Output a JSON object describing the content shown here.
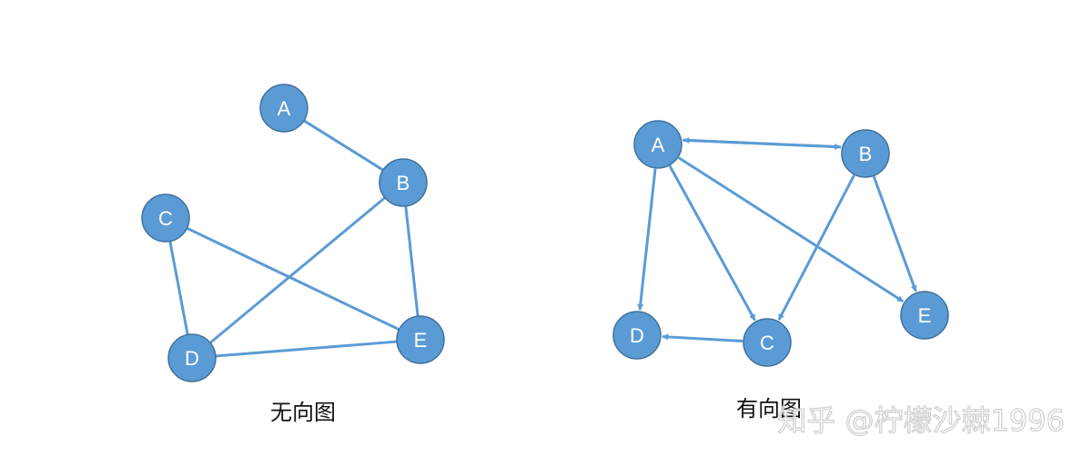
{
  "colors": {
    "node_fill": "#5b9bd5",
    "node_stroke": "#41719c",
    "edge": "#5b9bd5",
    "caption": "#111111"
  },
  "undirected": {
    "caption": "无向图",
    "nodes": [
      {
        "id": "A",
        "label": "A"
      },
      {
        "id": "B",
        "label": "B"
      },
      {
        "id": "C",
        "label": "C"
      },
      {
        "id": "D",
        "label": "D"
      },
      {
        "id": "E",
        "label": "E"
      }
    ],
    "edges": [
      {
        "from": "A",
        "to": "B"
      },
      {
        "from": "B",
        "to": "D"
      },
      {
        "from": "B",
        "to": "E"
      },
      {
        "from": "C",
        "to": "D"
      },
      {
        "from": "C",
        "to": "E"
      },
      {
        "from": "D",
        "to": "E"
      }
    ]
  },
  "directed": {
    "caption": "有向图",
    "nodes": [
      {
        "id": "A",
        "label": "A"
      },
      {
        "id": "B",
        "label": "B"
      },
      {
        "id": "C",
        "label": "C"
      },
      {
        "id": "D",
        "label": "D"
      },
      {
        "id": "E",
        "label": "E"
      }
    ],
    "edges": [
      {
        "from": "A",
        "to": "B"
      },
      {
        "from": "B",
        "to": "A"
      },
      {
        "from": "A",
        "to": "D"
      },
      {
        "from": "A",
        "to": "C"
      },
      {
        "from": "A",
        "to": "E"
      },
      {
        "from": "B",
        "to": "C"
      },
      {
        "from": "B",
        "to": "E"
      },
      {
        "from": "C",
        "to": "D"
      }
    ]
  },
  "watermark": "知乎 @柠檬沙棘1996"
}
